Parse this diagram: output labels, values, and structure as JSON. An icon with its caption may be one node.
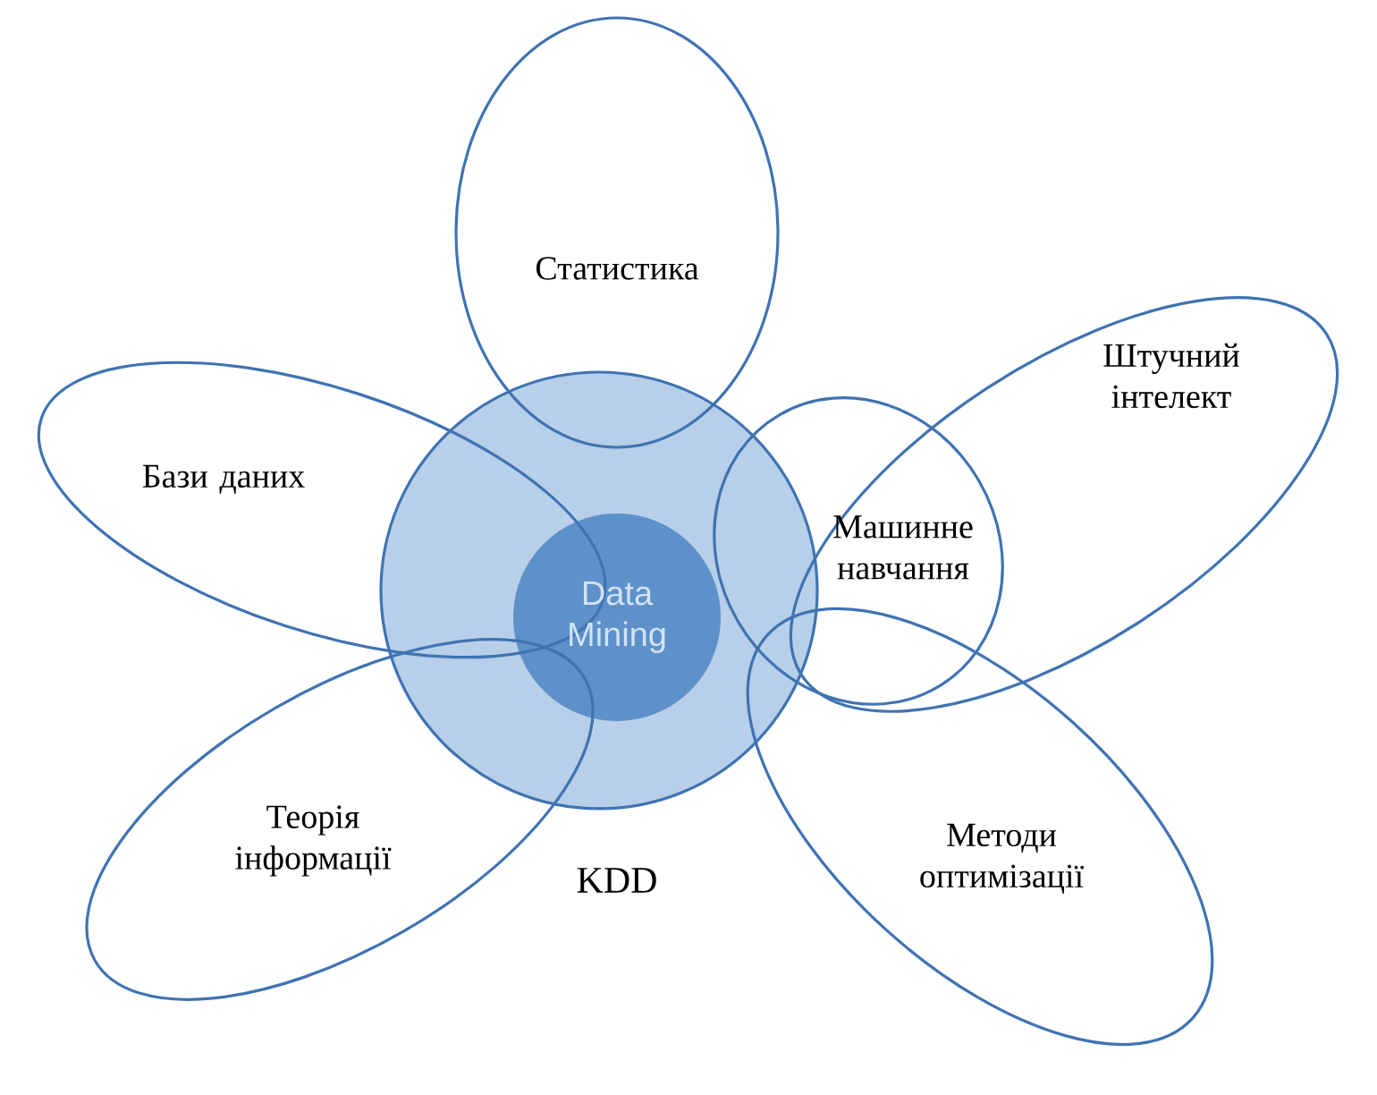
{
  "diagram": {
    "nodes": [
      {
        "text": [
          "KDD"
        ]
      },
      {
        "text": [
          "Data Mining"
        ],
        "in": 0
      },
      {
        "text": [
          "Статистика"
        ]
      },
      {
        "text": [
          "Бази даних"
        ]
      },
      {
        "text": [
          "Штучний інтелект"
        ]
      },
      {
        "text": [
          "Машинне навчання"
        ]
      },
      {
        "text": [
          "Теорія інформації"
        ]
      },
      {
        "text": [
          "Методи оптимізації"
        ]
      }
    ]
  }
}
